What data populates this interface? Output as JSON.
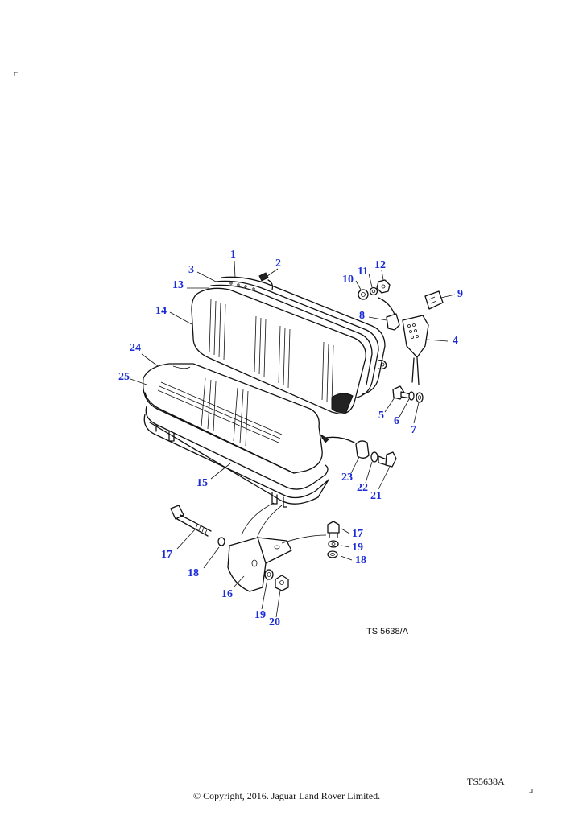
{
  "diagram": {
    "callouts": [
      {
        "id": "c1",
        "text": "1"
      },
      {
        "id": "c2",
        "text": "2"
      },
      {
        "id": "c3",
        "text": "3"
      },
      {
        "id": "c13",
        "text": "13"
      },
      {
        "id": "c14",
        "text": "14"
      },
      {
        "id": "c24",
        "text": "24"
      },
      {
        "id": "c25",
        "text": "25"
      },
      {
        "id": "c10",
        "text": "10"
      },
      {
        "id": "c11",
        "text": "11"
      },
      {
        "id": "c12",
        "text": "12"
      },
      {
        "id": "c9",
        "text": "9"
      },
      {
        "id": "c8",
        "text": "8"
      },
      {
        "id": "c4",
        "text": "4"
      },
      {
        "id": "c5",
        "text": "5"
      },
      {
        "id": "c6",
        "text": "6"
      },
      {
        "id": "c7",
        "text": "7"
      },
      {
        "id": "c23",
        "text": "23"
      },
      {
        "id": "c22",
        "text": "22"
      },
      {
        "id": "c21",
        "text": "21"
      },
      {
        "id": "c15",
        "text": "15"
      },
      {
        "id": "c17a",
        "text": "17"
      },
      {
        "id": "c18a",
        "text": "18"
      },
      {
        "id": "c16",
        "text": "16"
      },
      {
        "id": "c19a",
        "text": "19"
      },
      {
        "id": "c20",
        "text": "20"
      },
      {
        "id": "c17b",
        "text": "17"
      },
      {
        "id": "c19b",
        "text": "19"
      },
      {
        "id": "c18b",
        "text": "18"
      }
    ],
    "reference": "TS 5638/A"
  },
  "footer": {
    "code": "TS5638A",
    "copyright": "© Copyright, 2016. Jaguar Land Rover Limited."
  }
}
